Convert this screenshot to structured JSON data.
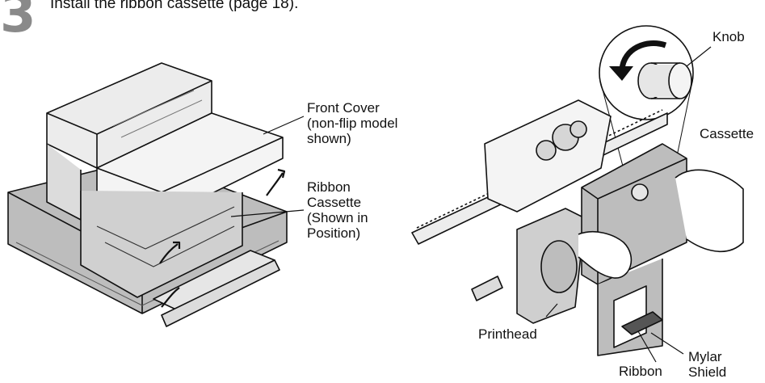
{
  "step": {
    "number": "3",
    "instruction": "Install the ribbon cassette (page 18)."
  },
  "left_illustration": {
    "front_cover_label": [
      "Front Cover",
      "(non-flip model",
      "shown)"
    ],
    "ribbon_cassette_label": [
      "Ribbon",
      "Cassette",
      "(Shown in",
      "Position)"
    ]
  },
  "right_illustration": {
    "knob_label": "Knob",
    "cassette_label": "Cassette",
    "printhead_label": "Printhead",
    "ribbon_label": "Ribbon",
    "mylar_shield_label": [
      "Mylar",
      "Shield"
    ]
  },
  "colors": {
    "line": "#111111",
    "gray_fill": "#bdbdbd",
    "light_fill": "#e6e6e6",
    "step_number": "#8a8a8a"
  }
}
